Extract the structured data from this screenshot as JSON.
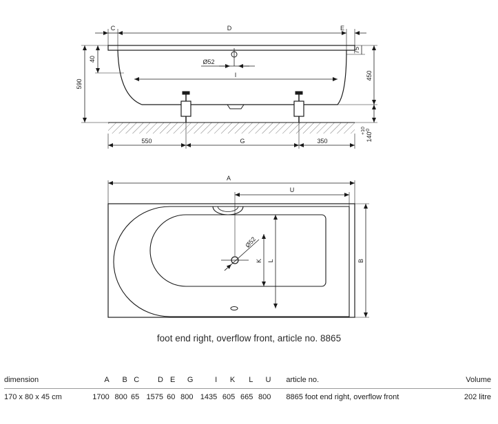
{
  "drawing": {
    "side_view": {
      "top_labels": [
        "C",
        "D",
        "E"
      ],
      "foot_widths": [
        "550",
        "G",
        "350"
      ],
      "heights": [
        "40",
        "590",
        "75",
        "450",
        "140"
      ],
      "floor_tol": [
        "+10",
        "-0"
      ],
      "inner_length": "I",
      "overflow": "Ø52"
    },
    "plan_view": {
      "length": "A",
      "overflow_distance": "U",
      "width": "B",
      "inner_widths": [
        "K",
        "L"
      ],
      "drain": "Ø52"
    }
  },
  "caption": "foot end right, overflow front, article no. 8865",
  "table": {
    "headers": {
      "dimension": "dimension",
      "cols": [
        "A",
        "B",
        "C",
        "D",
        "E",
        "G",
        "I",
        "K",
        "L",
        "U"
      ],
      "article": "article no.",
      "volume": "Volume"
    },
    "row": {
      "dimension": "170 x 80 x 45 cm",
      "values": [
        "1700",
        "800",
        "65",
        "1575",
        "60",
        "800",
        "1435",
        "605",
        "665",
        "800"
      ],
      "article": "8865 foot end right, overflow front",
      "volume": "202 litre"
    }
  }
}
